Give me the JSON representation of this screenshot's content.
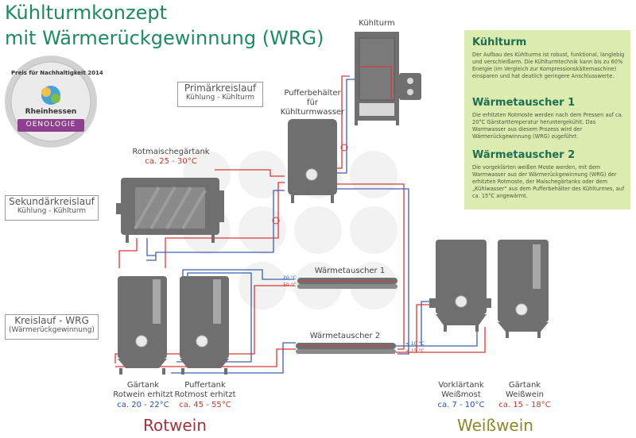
{
  "title": {
    "line1": "Kühlturmkonzept",
    "line2": "mit Wärmerückgewinnung (WRG)"
  },
  "badge": {
    "text_top": "Preis für Nachhaltigkeit 2014",
    "region": "Rheinhessen",
    "banner": "OENOLOGIE"
  },
  "loops": {
    "primary": {
      "title": "Primärkreislauf",
      "sub": "Kühlung - Kühlturm"
    },
    "secondary": {
      "title": "Sekundärkreislauf",
      "sub": "Kühlung - Kühlturm"
    },
    "wrg": {
      "title": "Kreislauf - WRG",
      "sub": "(Wärmerückgewinnung)"
    }
  },
  "components": {
    "cooling_tower": "Kühlturm",
    "buffer_tank": [
      "Pufferbehälter",
      "für",
      "Kühlturmwasser"
    ],
    "mash_tank": {
      "name": "Rotmaischegärtank",
      "temp": "ca. 25 - 30°C"
    },
    "hx1": "Wärmetauscher  1",
    "hx2": "Wärmetauscher  2",
    "hx1_in": "20 °C",
    "hx1_out": "50 °C",
    "hx2_in": "< 10 °C",
    "hx2_out": "> 15 °C",
    "tanks": [
      {
        "name1": "Gärtank",
        "name2": "Rotwein erhitzt",
        "temp": "ca. 20 - 22°C",
        "temp_color": "blue"
      },
      {
        "name1": "Puffertank",
        "name2": "Rotmost erhitzt",
        "temp": "ca. 45 - 55°C",
        "temp_color": "red"
      },
      {
        "name1": "Vorklärtank",
        "name2": "Weißmost",
        "temp": "ca. 7 - 10°C",
        "temp_color": "blue"
      },
      {
        "name1": "Gärtank",
        "name2": "Weißwein",
        "temp": "ca. 15 - 18°C",
        "temp_color": "red"
      }
    ]
  },
  "sections": {
    "left": "Rotwein",
    "right": "Weißwein"
  },
  "info": {
    "h1": "Kühlturm",
    "p1": "Der Aufbau des Kühlturms ist robust, funktional, langlebig und verschleißarm. Die Kühlturmtechnik kann bis zu 60% Energie (im Vergleich zur Kompressionskältemaschine) einsparen und hat deutlich geringere Anschlusswerte.",
    "h2": "Wärmetauscher 1",
    "p2": "Die erhitzten Rotmoste werden nach dem Pressen auf ca. 20°C Gärstarttemperatur heruntergekühlt. Das Warmwasser aus diesem Prozess wird der Wärmerückgewinnung (WRG) zugeführt.",
    "h3": "Wärmetauscher 2",
    "p3": "Die vorgeklärten weißen Moste werden, mit dem Warmwasser aus der Wärmerückgewinnung (WRG) der erhitzten Rotmoste, der Maischegärtanks oder dem „Kühlwasser\" aus dem Pufferbehälter des Kühlturmes, auf ca. 15°C angewärmt."
  },
  "colors": {
    "title_green": "#1f8a62",
    "hot_line": "#d9383a",
    "cold_line": "#3f5fb0",
    "tank_grey": "#6f6f70",
    "info_bg": "#dcebb0",
    "section_left": "#a0343c",
    "section_right": "#8a8a2a"
  }
}
